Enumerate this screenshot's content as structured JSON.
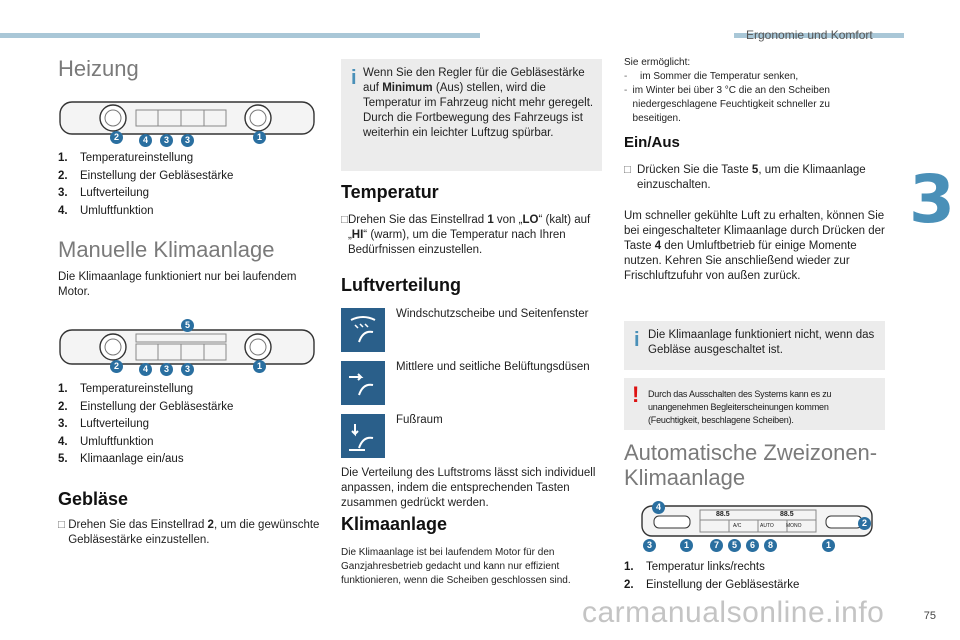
{
  "header": {
    "title": "Ergonomie und Komfort"
  },
  "chapter": "3",
  "page_number": "75",
  "watermark": "carmanualsonline.info",
  "col1": {
    "heizung_title": "Heizung",
    "heizung_list": [
      {
        "n": "1.",
        "t": "Temperatureinstellung"
      },
      {
        "n": "2.",
        "t": "Einstellung der Gebläsestärke"
      },
      {
        "n": "3.",
        "t": "Luftverteilung"
      },
      {
        "n": "4.",
        "t": "Umluftfunktion"
      }
    ],
    "manual_title": "Manuelle Klimaanlage",
    "manual_text": "Die Klimaanlage funktioniert nur bei laufendem Motor.",
    "manual_list": [
      {
        "n": "1.",
        "t": "Temperatureinstellung"
      },
      {
        "n": "2.",
        "t": "Einstellung der Gebläsestärke"
      },
      {
        "n": "3.",
        "t": "Luftverteilung"
      },
      {
        "n": "4.",
        "t": "Umluftfunktion"
      },
      {
        "n": "5.",
        "t": "Klimaanlage ein/aus"
      }
    ],
    "geblaese_title": "Gebläse",
    "geblaese_text_a": "Drehen Sie das Einstellrad ",
    "geblaese_text_b": "2",
    "geblaese_text_c": ", um die gewünschte Gebläsestärke einzustellen."
  },
  "col2": {
    "info_a": "Wenn Sie den Regler für die Gebläsestärke auf ",
    "info_b": "Minimum",
    "info_c": " (Aus) stellen, wird die Temperatur im Fahrzeug nicht mehr geregelt. Durch die Fortbewegung des Fahrzeugs ist weiterhin ein leichter Luftzug spürbar.",
    "temp_title": "Temperatur",
    "temp_a": "Drehen Sie das Einstellrad ",
    "temp_b": "1",
    "temp_c": " von „",
    "temp_d": "LO",
    "temp_e": "“ (kalt) auf „",
    "temp_f": "HI",
    "temp_g": "“ (warm), um die Temperatur nach Ihren Bedürfnissen einzustellen.",
    "luft_title": "Luftverteilung",
    "luft_items": [
      "Windschutzscheibe und Seitenfenster",
      "Mittlere und seitliche Belüftungsdüsen",
      "Fußraum"
    ],
    "luft_text": "Die Verteilung des Luftstroms lässt sich individuell anpassen, indem die entsprechenden Tasten zusammen gedrückt werden.",
    "klima_title": "Klimaanlage",
    "klima_text": "Die Klimaanlage ist bei laufendem Motor für den Ganzjahresbetrieb gedacht und kann nur effizient funktionieren, wenn die Scheiben geschlossen sind."
  },
  "col3": {
    "intro": "Sie ermöglicht:",
    "intro_items": [
      "im Sommer die Temperatur senken,",
      "im Winter bei über 3 °C die an den Scheiben niedergeschlagene Feuchtigkeit schneller zu beseitigen."
    ],
    "einaus_title": "Ein/Aus",
    "einaus_a": "Drücken Sie die Taste ",
    "einaus_b": "5",
    "einaus_c": ", um die Klimaanlage einzuschalten.",
    "kuehl_a": "Um schneller gekühlte Luft zu erhalten, können Sie bei eingeschalteter Klimaanlage durch Drücken der Taste ",
    "kuehl_b": "4",
    "kuehl_c": " den Umluftbetrieb für einige Momente nutzen. Kehren Sie anschließend wieder zur Frischluftzufuhr von außen zurück.",
    "info_note": "Die Klimaanlage funktioniert nicht, wenn das Gebläse ausgeschaltet ist.",
    "warn_note": "Durch das Ausschalten des Systems kann es zu unangenehmen Begleiterscheinungen kommen (Feuchtigkeit, beschlagene Scheiben).",
    "auto_title_1": "Automatische Zweizonen-",
    "auto_title_2": "Klimaanlage",
    "auto_list": [
      {
        "n": "1.",
        "t": "Temperatur links/rechts"
      },
      {
        "n": "2.",
        "t": "Einstellung der Gebläsestärke"
      }
    ]
  },
  "panel1_badges": [
    "2",
    "4",
    "3",
    "3",
    "1"
  ],
  "panel2_badges": [
    "5",
    "2",
    "4",
    "3",
    "3",
    "1"
  ],
  "panel3_badges": [
    "4",
    "2",
    "3",
    "1",
    "7",
    "5",
    "6",
    "8",
    "1"
  ],
  "panel_labels": {
    "auto": "AUTO",
    "mono": "MONO",
    "ac": "A/C",
    "temp_display": "88.5"
  },
  "colors": {
    "accent": "#4a90b8",
    "tile": "#2a5f8a",
    "badge": "#2a6fa0",
    "warn": "#d11111"
  }
}
